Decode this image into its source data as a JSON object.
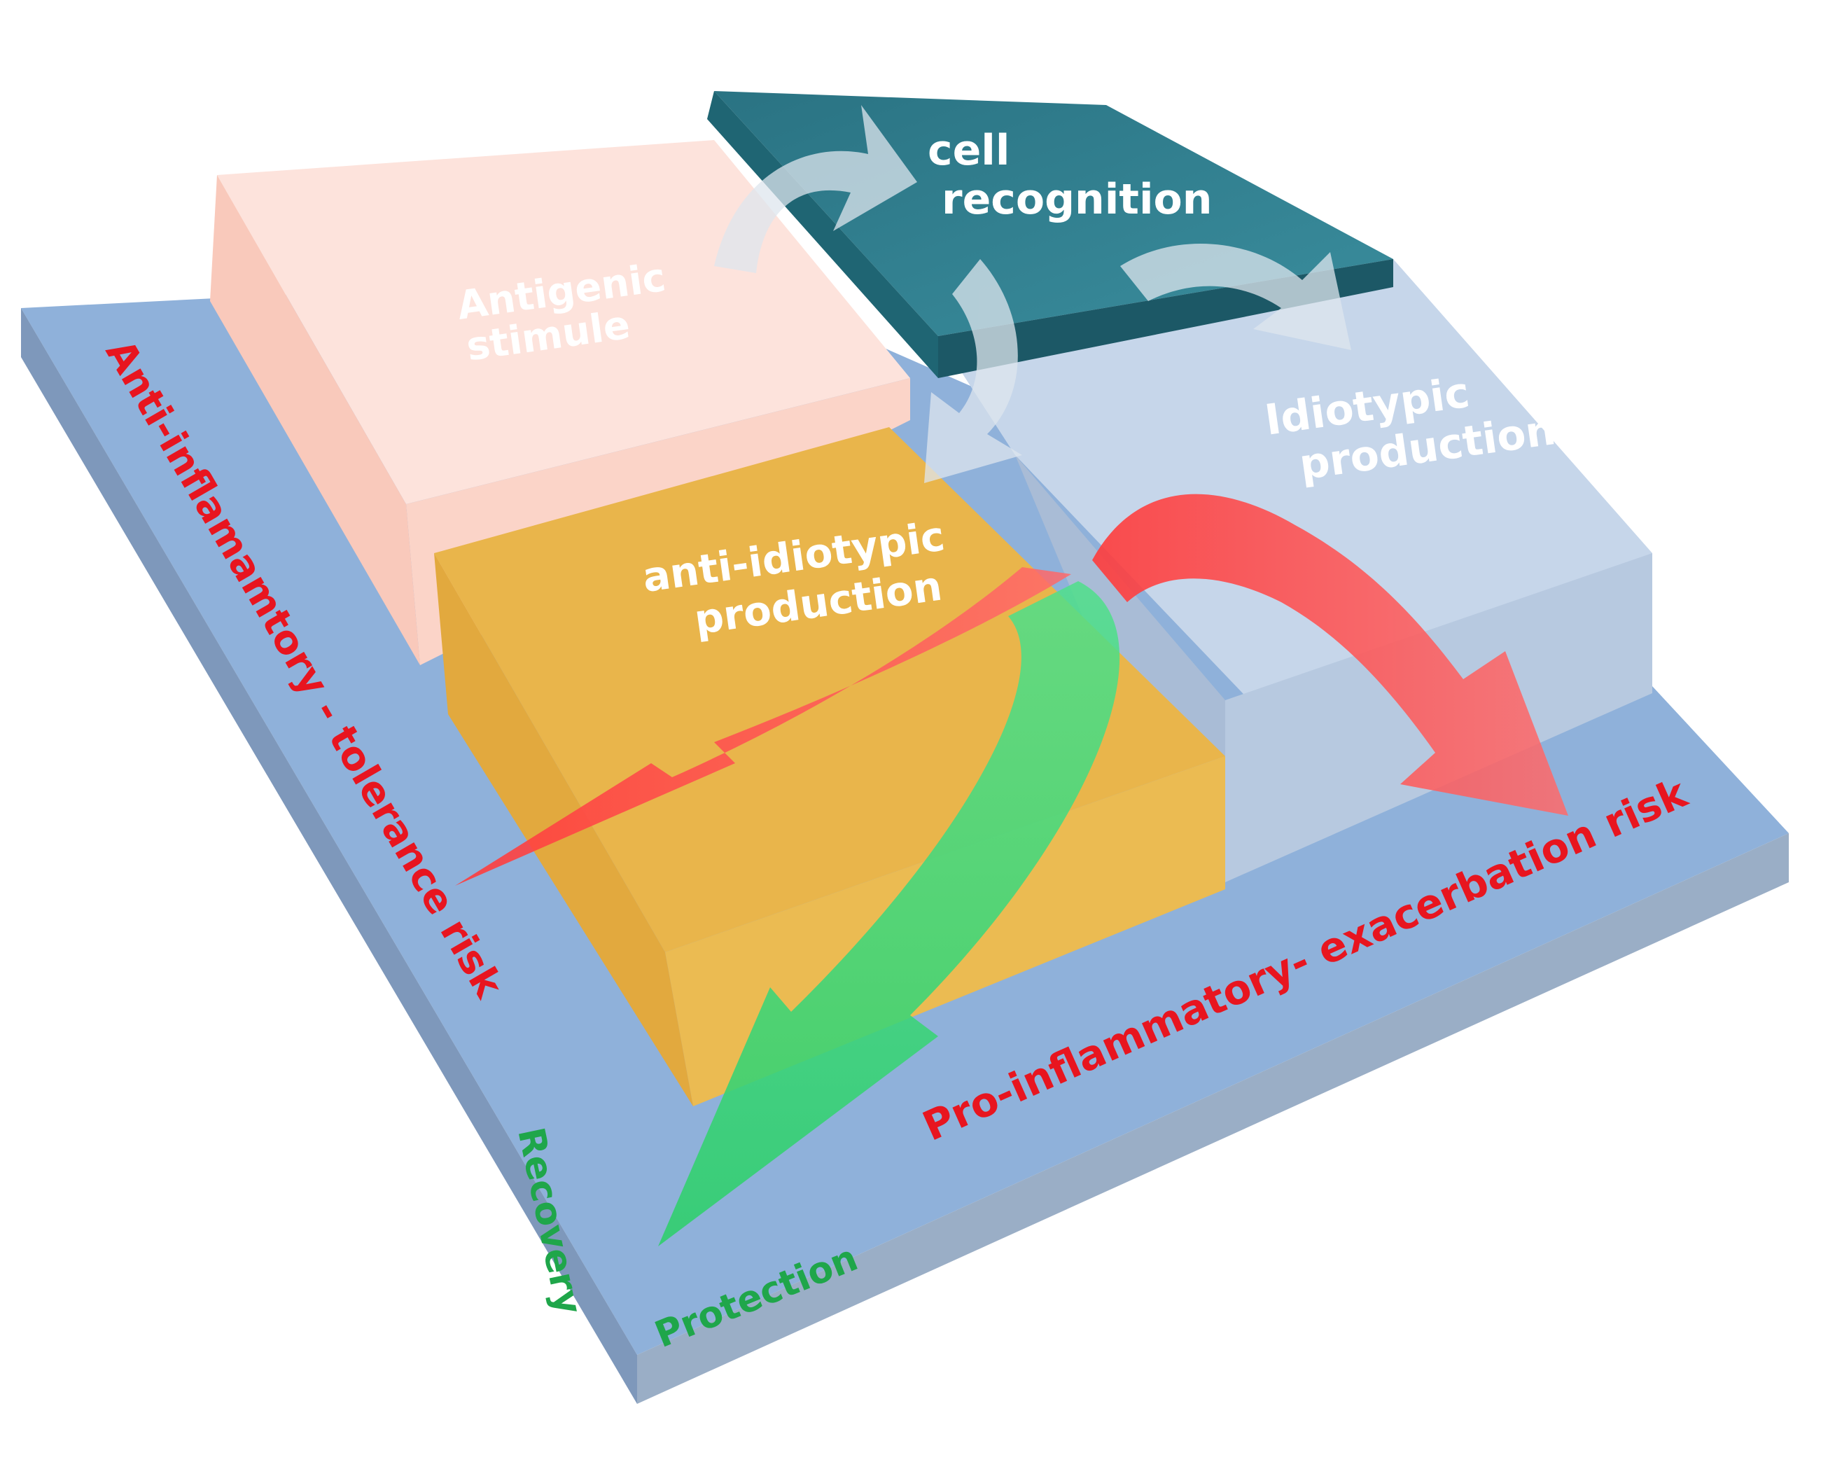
{
  "blocks": {
    "antigenic": {
      "line1": "Antigenic",
      "line2": "stimule"
    },
    "cell": {
      "line1": "cell",
      "line2": "recognition"
    },
    "anti_idiotypic": {
      "line1": "anti-idiotypic",
      "line2": "production"
    },
    "idiotypic": {
      "line1": "Idiotypic",
      "line2": "production"
    }
  },
  "side_labels": {
    "left": "Anti-inflamamtory - tolerance risk",
    "bottom_right": "Pro-inflammatory- exacerbation risk",
    "recovery": "Recovery",
    "protection": "Protection"
  },
  "colors": {
    "platform_top": "#8fb1da",
    "platform_left": "#7e98bb",
    "platform_front": "#9aaec6",
    "antigenic": "#fde3dc",
    "cell": "#2d7d8e",
    "anti_idiotypic": "#e9b54b",
    "idiotypic": "#c6d6ea",
    "risk_text": "#e8151f",
    "recovery_text": "#1fa64a",
    "red_arrow": "#ff4d52",
    "green_arrow": "#2fcf6c",
    "cycle_arrow": "#dde6ee"
  }
}
